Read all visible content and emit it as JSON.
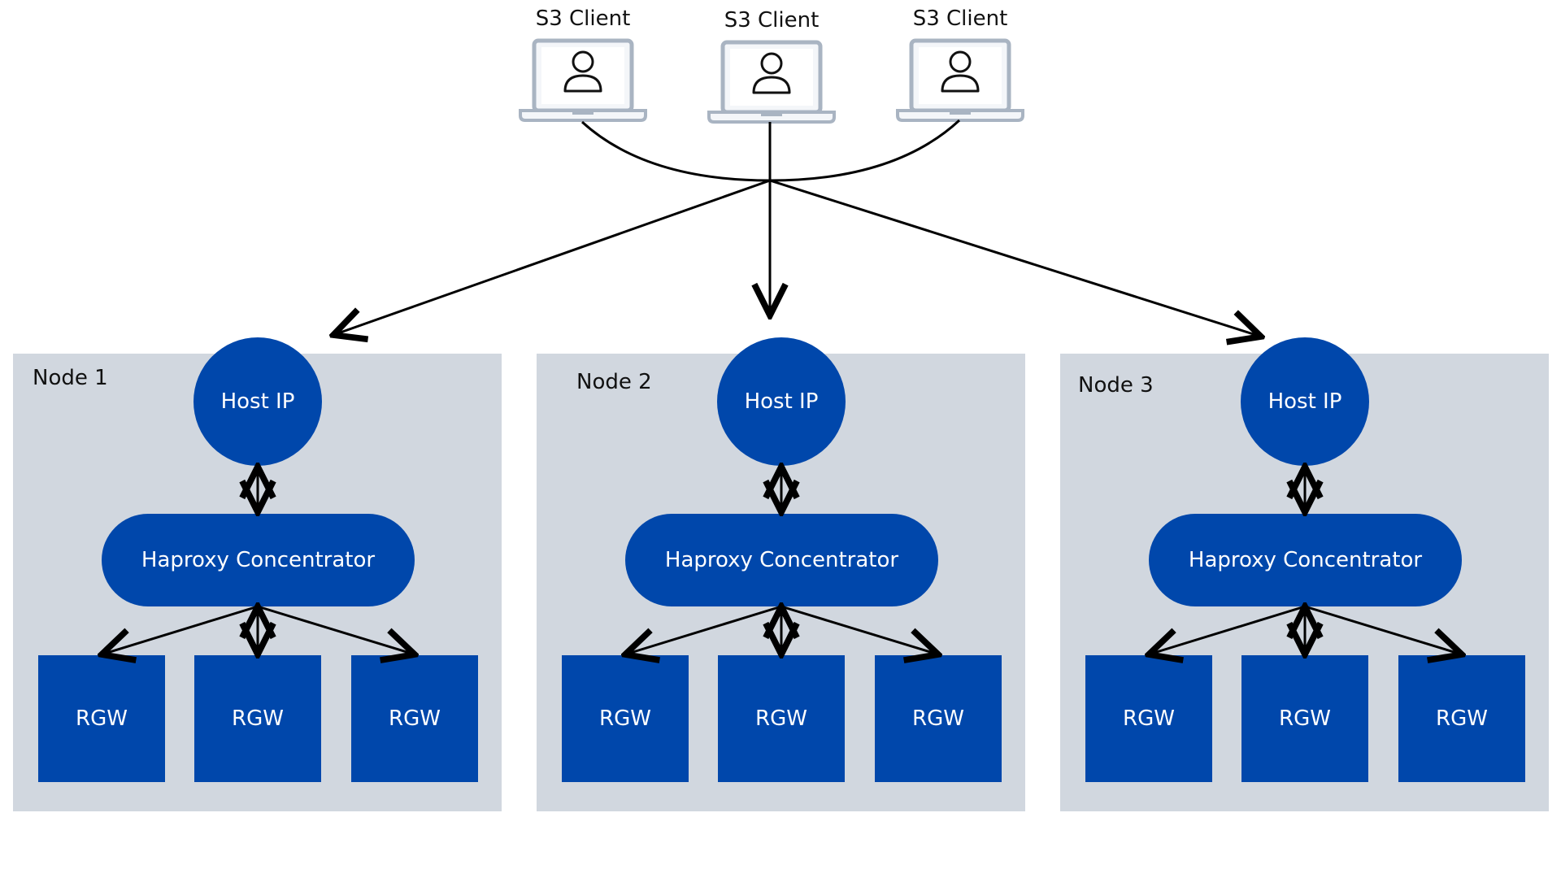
{
  "clients": [
    {
      "label": "S3 Client"
    },
    {
      "label": "S3 Client"
    },
    {
      "label": "S3 Client"
    }
  ],
  "nodes": [
    {
      "label": "Node 1",
      "host_ip": "Host IP",
      "haproxy": "Haproxy Concentrator",
      "rgws": [
        "RGW",
        "RGW",
        "RGW"
      ]
    },
    {
      "label": "Node 2",
      "host_ip": "Host IP",
      "haproxy": "Haproxy Concentrator",
      "rgws": [
        "RGW",
        "RGW",
        "RGW"
      ]
    },
    {
      "label": "Node 3",
      "host_ip": "Host IP",
      "haproxy": "Haproxy Concentrator",
      "rgws": [
        "RGW",
        "RGW",
        "RGW"
      ]
    }
  ],
  "colors": {
    "node_bg": "#d1d7df",
    "component_fill": "#0047ab",
    "component_text": "#ffffff",
    "laptop_frame": "#a9b4c2",
    "wire": "#000000"
  }
}
